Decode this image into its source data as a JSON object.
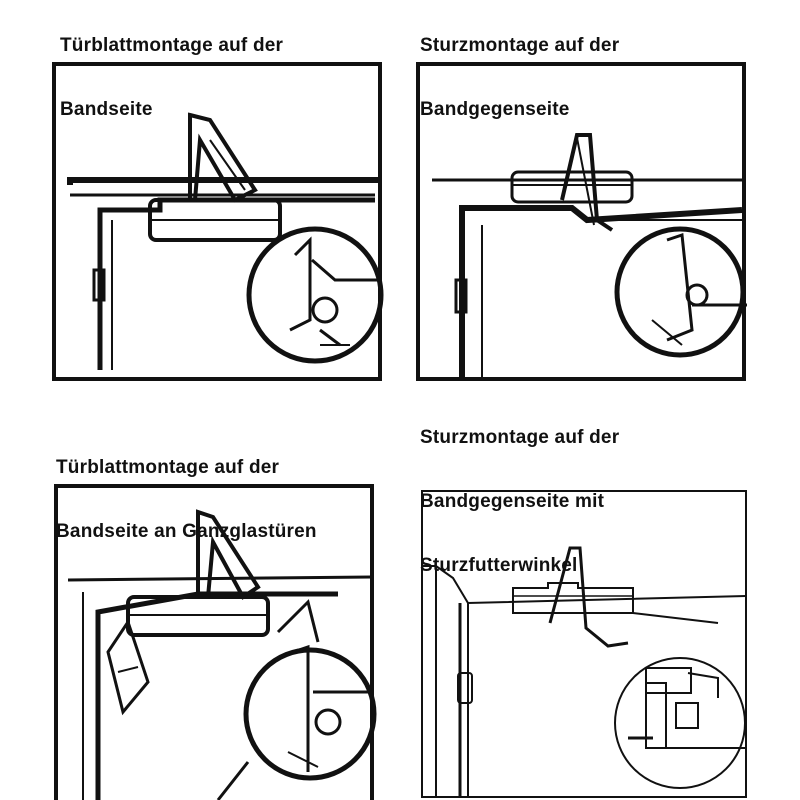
{
  "panels": [
    {
      "caption_line1": "Türblattmontage auf der",
      "caption_line2": "Bandseite"
    },
    {
      "caption_line1": "Sturzmontage auf der",
      "caption_line2": "Bandgegenseite"
    },
    {
      "caption_line1": "Türblattmontage auf der",
      "caption_line2": "Bandseite an Ganzglastüren"
    },
    {
      "caption_line1": "Sturzmontage auf der",
      "caption_line2": "Bandgegenseite mit",
      "caption_line3": "Sturzfutterwinkel"
    }
  ]
}
